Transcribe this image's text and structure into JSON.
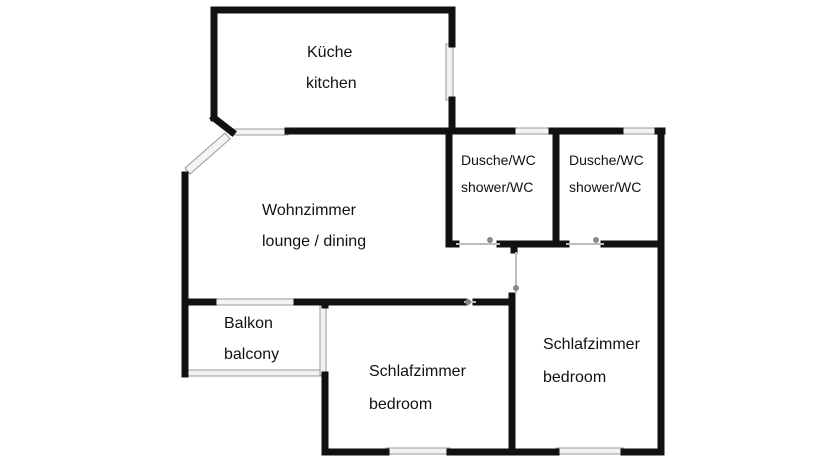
{
  "rooms": {
    "kitchen": {
      "de": "Küche",
      "en": "kitchen"
    },
    "lounge": {
      "de": "Wohnzimmer",
      "en": "lounge / dining"
    },
    "shower_left": {
      "de": "Dusche/WC",
      "en": "shower/WC"
    },
    "shower_right": {
      "de": "Dusche/WC",
      "en": "shower/WC"
    },
    "balcony": {
      "de": "Balkon",
      "en": "balcony"
    },
    "bedroom_middle": {
      "de": "Schlafzimmer",
      "en": "bedroom"
    },
    "bedroom_right": {
      "de": "Schlafzimmer",
      "en": "bedroom"
    }
  },
  "colors": {
    "wall": "#111111",
    "window": "#c9c9c9",
    "background": "#ffffff"
  }
}
